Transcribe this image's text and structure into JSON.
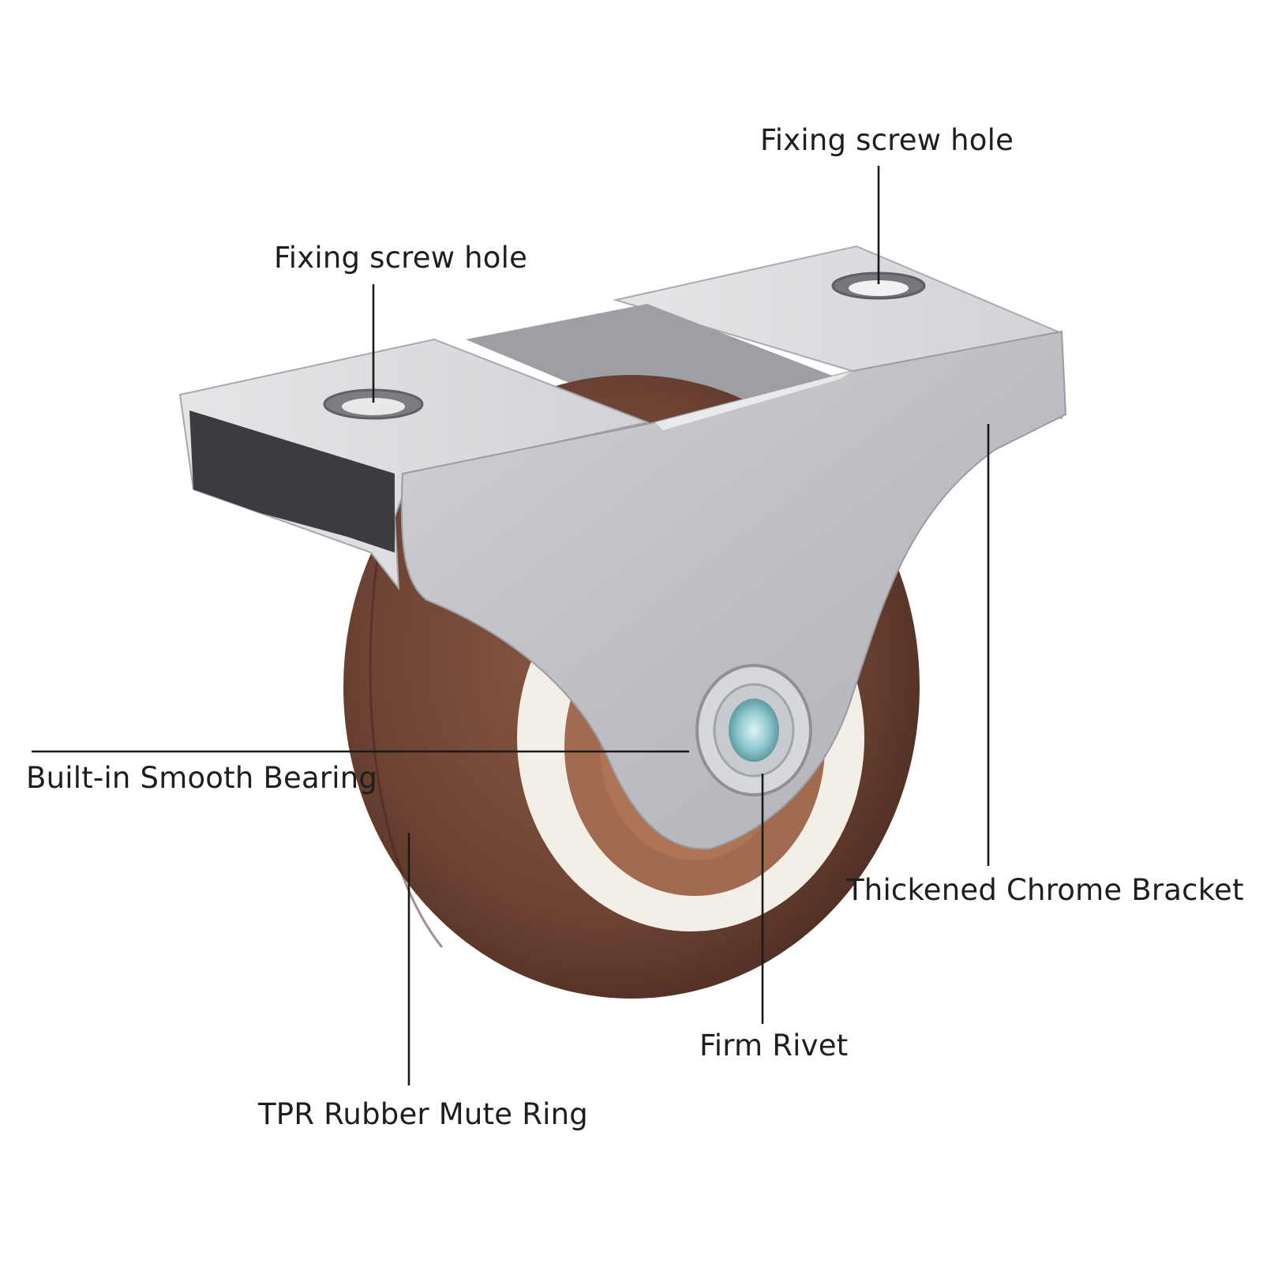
{
  "callouts": {
    "screw_hole_right": "Fixing screw hole",
    "screw_hole_left": "Fixing screw hole",
    "bearing": "Built-in Smooth Bearing",
    "bracket": "Thickened Chrome Bracket",
    "rivet": "Firm Rivet",
    "ring": "TPR Rubber Mute Ring"
  },
  "colors": {
    "chrome_light": "#e3e4e6",
    "chrome_mid": "#c3c5ca",
    "chrome_shadow": "#8e9097",
    "wheel_brown": "#6e4535",
    "wheel_dark": "#4b2c22",
    "hub_white": "#f4f1ea",
    "bearing_teal": "#8fcad0"
  }
}
